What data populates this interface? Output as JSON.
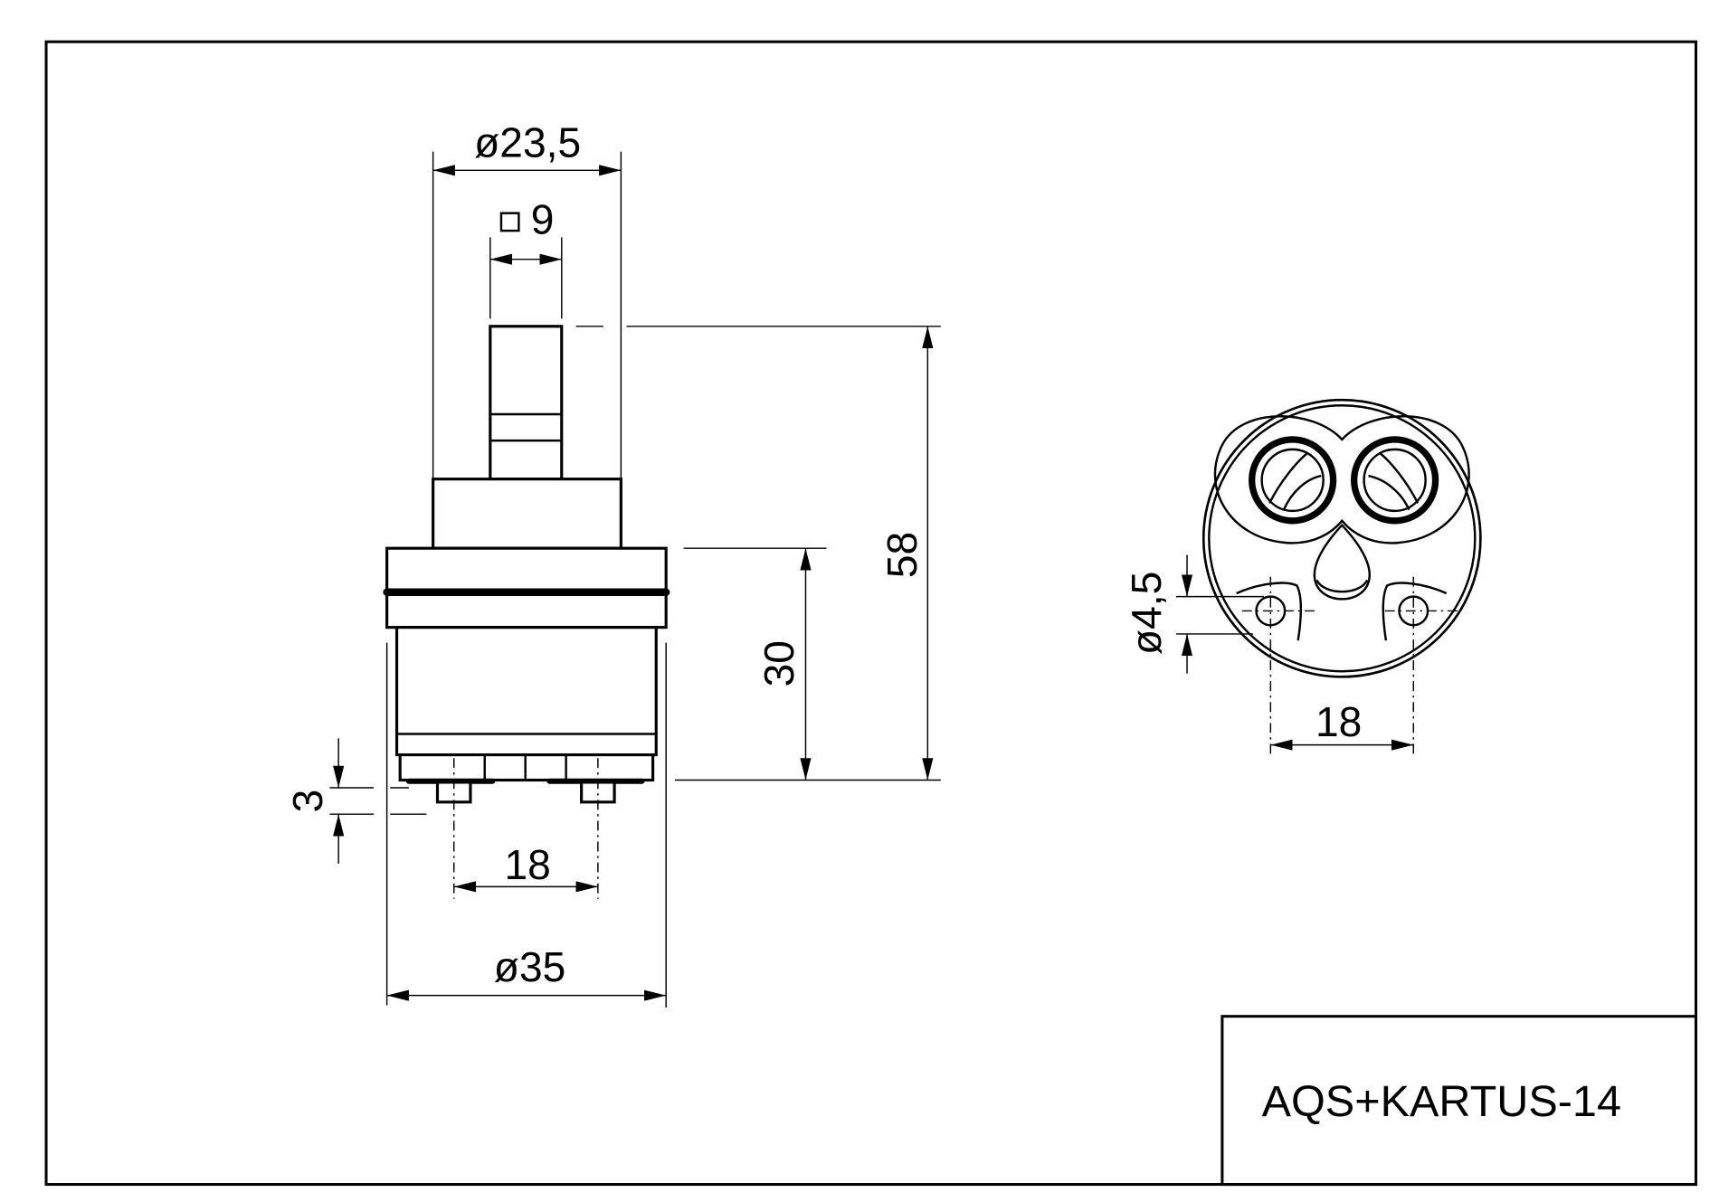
{
  "title_block": {
    "drawing_title": "AQS+KARTUS-14"
  },
  "side_view": {
    "dim_outer_top_diameter": "ø23,5",
    "dim_square_stem": "9",
    "dim_total_height": "58",
    "dim_body_height": "30",
    "dim_pin_height": "3",
    "dim_pin_spacing": "18",
    "dim_body_diameter": "ø35"
  },
  "bottom_view": {
    "dim_hole_diameter": "ø4,5",
    "dim_hole_spacing": "18"
  }
}
